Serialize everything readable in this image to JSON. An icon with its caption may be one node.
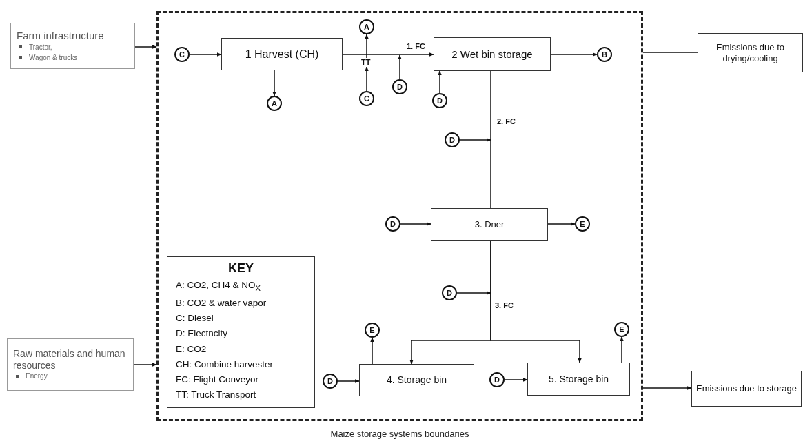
{
  "diagram": {
    "nodes": [
      {
        "text": [
          "Maize storage systems boundaries"
        ]
      },
      {
        "text": [
          "Farm infrastructure",
          "Tractor,",
          "Wagon & trucks"
        ]
      },
      {
        "text": [
          "Emissions due to drying/cooling"
        ]
      },
      {
        "text": [
          "A"
        ],
        "in": 0
      },
      {
        "text": [
          "C"
        ],
        "in": 0
      },
      {
        "text": [
          "1 Harvest (CH)"
        ],
        "in": 0
      },
      {
        "text": [
          "2 Wet bin storage"
        ],
        "in": 0
      },
      {
        "text": [
          "B"
        ],
        "in": 0
      },
      {
        "text": [
          "D"
        ],
        "in": 0
      },
      {
        "text": [
          "C"
        ],
        "in": 0
      },
      {
        "text": [
          "D"
        ],
        "in": 0
      },
      {
        "text": [
          "A"
        ],
        "in": 0
      },
      {
        "text": [
          "D"
        ],
        "in": 0
      },
      {
        "text": [
          "D"
        ],
        "in": 0
      },
      {
        "text": [
          "3. Dner"
        ],
        "in": 0
      },
      {
        "text": [
          "E"
        ],
        "in": 0
      },
      {
        "text": [
          "KEY",
          "A: CO2, CH4 & NO$_{X}$",
          "B: CO2 & water vapor",
          "C: Diesel",
          "D: Electncity",
          "E: CO2",
          "CH: Combine harvester",
          "FC: Flight Conveyor",
          "TT: Truck Transport"
        ],
        "in": 0
      },
      {
        "text": [
          "D"
        ],
        "in": 0
      },
      {
        "text": [
          "E"
        ],
        "in": 0
      },
      {
        "text": [
          "E"
        ],
        "in": 0
      },
      {
        "text": [
          "Raw materials and human resources",
          "Energy"
        ]
      },
      {
        "text": [
          "D"
        ],
        "in": 0
      },
      {
        "text": [
          "4. Storage bin"
        ],
        "in": 0
      },
      {
        "text": [
          "D"
        ],
        "in": 0
      },
      {
        "text": [
          "5. Storage bin"
        ],
        "in": 0
      },
      {
        "text": [
          "Emissions due to storage"
        ]
      },
      {
        "text": [
          "TT"
        ],
        "in": 0
      }
    ],
    "edges": [
      {
        "from": 1,
        "to": 0,
        "arrow": "to"
      },
      {
        "from": 0,
        "to": 2,
        "arrow": "none"
      },
      {
        "from": 20,
        "to": 0,
        "arrow": "to"
      },
      {
        "from": 0,
        "to": 25,
        "arrow": "to"
      },
      {
        "from": 4,
        "to": 5,
        "arrow": "to"
      },
      {
        "from": 5,
        "to": 6,
        "arrow": "to",
        "label": "1. FC"
      },
      {
        "from": 26,
        "to": 3,
        "arrow": "to"
      },
      {
        "from": 9,
        "to": 26,
        "arrow": "to"
      },
      {
        "from": 8,
        "to": null,
        "arrow": "to"
      },
      {
        "from": 10,
        "to": 6,
        "arrow": "to"
      },
      {
        "from": 5,
        "to": 11,
        "arrow": "to"
      },
      {
        "from": 6,
        "to": 7,
        "arrow": "to"
      },
      {
        "from": 6,
        "to": 14,
        "arrow": "none",
        "label": "2. FC"
      },
      {
        "from": 12,
        "to": null,
        "arrow": "to"
      },
      {
        "from": 13,
        "to": 14,
        "arrow": "to"
      },
      {
        "from": 14,
        "to": 15,
        "arrow": "to"
      },
      {
        "from": 14,
        "to": 22,
        "arrow": "to",
        "label": "3. FC"
      },
      {
        "from": 14,
        "to": 24,
        "arrow": "to"
      },
      {
        "from": 17,
        "to": null,
        "arrow": "to"
      },
      {
        "from": 22,
        "to": 18,
        "arrow": "to"
      },
      {
        "from": 24,
        "to": 19,
        "arrow": "to"
      },
      {
        "from": 21,
        "to": 22,
        "arrow": "to"
      },
      {
        "from": 23,
        "to": 24,
        "arrow": "to"
      }
    ]
  }
}
